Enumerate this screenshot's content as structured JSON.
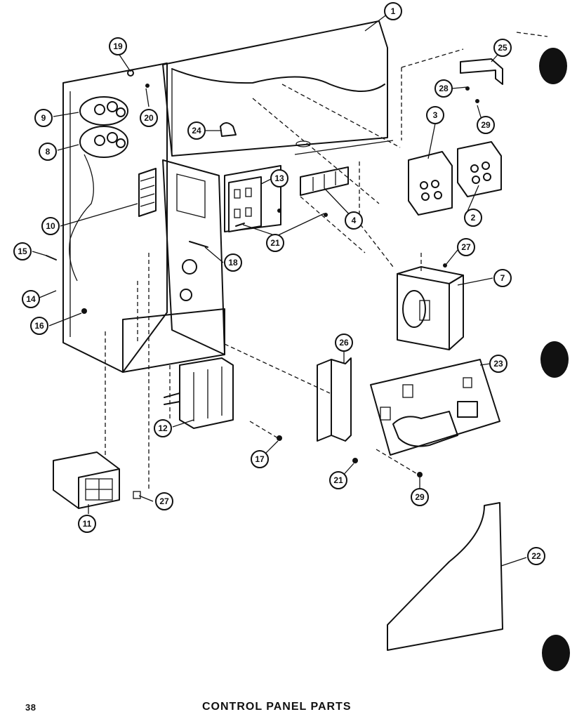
{
  "page": {
    "number": "38",
    "title": "CONTROL PANEL PARTS"
  },
  "callouts": [
    "1",
    "2",
    "3",
    "4",
    "7",
    "8",
    "9",
    "10",
    "11",
    "12",
    "13",
    "14",
    "15",
    "16",
    "17",
    "18",
    "19",
    "20",
    "21",
    "22",
    "23",
    "24",
    "25",
    "26",
    "27",
    "28",
    "29"
  ]
}
